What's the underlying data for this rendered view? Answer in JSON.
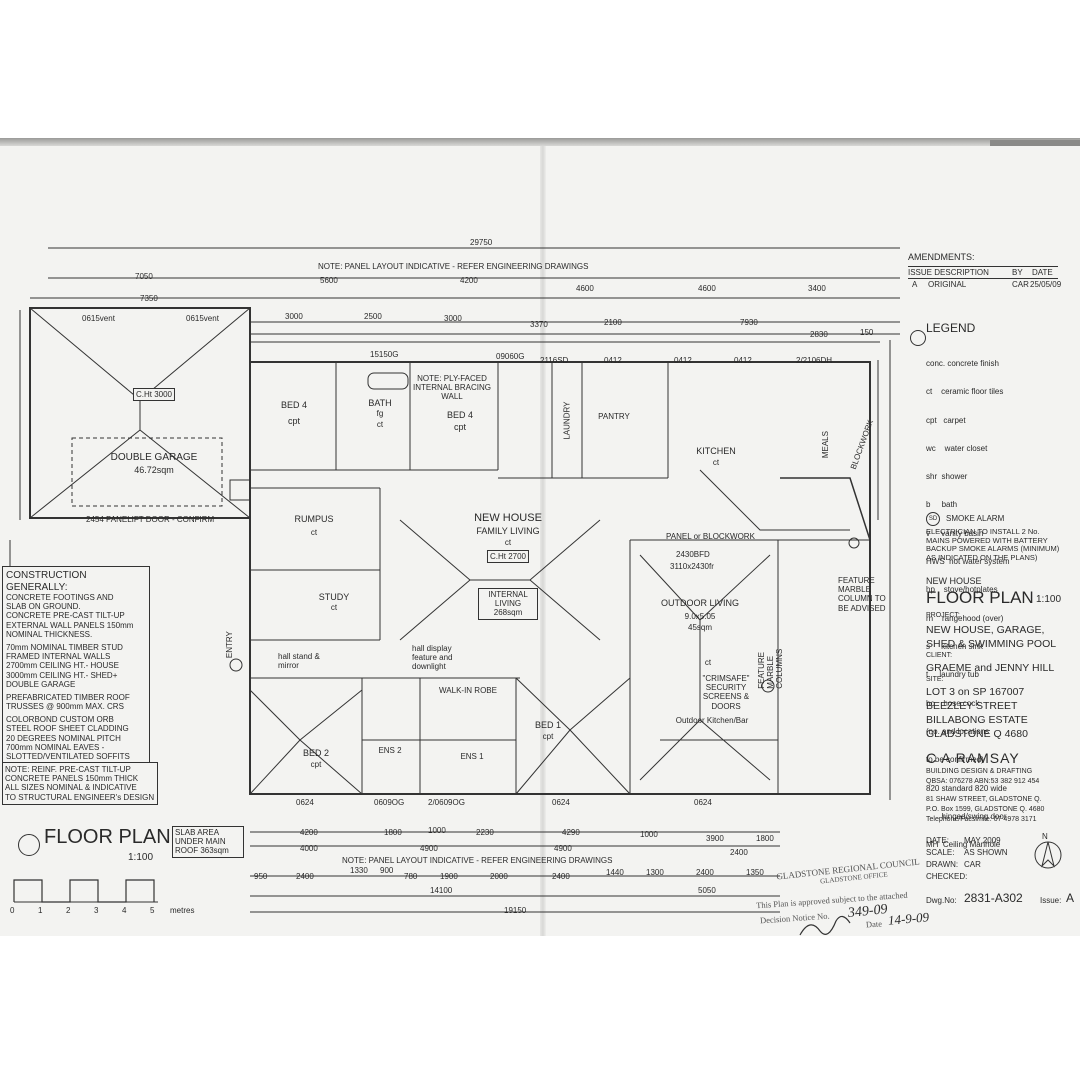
{
  "header_note": "NOTE: PANEL LAYOUT INDICATIVE - REFER ENGINEERING DRAWINGS",
  "footer_note": "NOTE: PANEL LAYOUT INDICATIVE - REFER ENGINEERING DRAWINGS",
  "overall_dims": {
    "top_total": "29750",
    "bottom_total": "19150"
  },
  "top_dims_row1": [
    "7050",
    "5600",
    "4200",
    "4600",
    "4600",
    "3400"
  ],
  "top_dims_row2": [
    "7350",
    "3000",
    "2500",
    "3000",
    "3370",
    "2100",
    "7930",
    "2830",
    "150"
  ],
  "bottom_dims_row1": [
    "4200",
    "1800",
    "1000",
    "2230",
    "4290",
    "1000",
    "3900",
    "1800"
  ],
  "bottom_dims_row2": [
    "950",
    "2400",
    "1330",
    "900",
    "780",
    "1900",
    "2000",
    "2400",
    "1440",
    "1300",
    "2400",
    "1350"
  ],
  "bottom_dims_row3": [
    "4000",
    "4900",
    "4900",
    "2400"
  ],
  "bottom_dims_row4": [
    "14100",
    "5050"
  ],
  "rooms": {
    "garage": {
      "name": "DOUBLE GARAGE",
      "area": "46.72sqm",
      "cht": "C.Ht 3000"
    },
    "bed4a": {
      "name": "BED 4",
      "floor": "cpt"
    },
    "bath": {
      "name": "BATH",
      "sub": "fg",
      "floor": "ct"
    },
    "bed4": {
      "name": "BED 4",
      "floor": "cpt"
    },
    "laundry": "LAUNDRY",
    "pantry": "PANTRY",
    "kitchen": {
      "name": "KITCHEN",
      "floor": "ct"
    },
    "meals": "MEALS",
    "rumpus": {
      "name": "RUMPUS",
      "floor": "ct"
    },
    "family": {
      "title": "NEW HOUSE",
      "name": "FAMILY LIVING",
      "floor": "ct",
      "cht": "C.Ht 2700"
    },
    "internal_living": {
      "name": "INTERNAL LIVING",
      "area": "268sqm"
    },
    "study": {
      "name": "STUDY",
      "floor": "ct"
    },
    "entry": "ENTRY",
    "outdoor": {
      "name": "OUTDOOR LIVING",
      "size": "9.0x5.05",
      "area": "45sqm",
      "floor": "ct"
    },
    "crimsafe": "\"CRIMSAFE\" SECURITY SCREENS & DOORS",
    "outdoor_kitchen": "Outdoor Kitchen/Bar",
    "bed2": {
      "name": "BED 2",
      "floor": "cpt"
    },
    "ens2": "ENS 2",
    "walkin": "WALK-IN ROBE",
    "ens1": "ENS 1",
    "bed1": {
      "name": "BED 1",
      "floor": "cpt"
    }
  },
  "labels": {
    "panel_door": "2454 PANELIFT DOOR - CONFIRM",
    "ply_note": "NOTE: PLY-FACED INTERNAL BRACING WALL",
    "panel_blockwork": "PANEL or BLOCKWORK",
    "blockwork": "BLOCKWORK",
    "feature_column": "FEATURE MARBLE COLUMN TO BE ADVISED",
    "feature_marble": "FEATURE MARBLE COLUMNS",
    "hall_display": "hall display feature and downlight",
    "hall_stand": "hall stand & mirror",
    "window_a": "0615vent",
    "window_b": "0615vent",
    "window_c": "15150G",
    "window_d": "09060G",
    "window_e": "2116SD",
    "window_f": "0412",
    "window_g": "0412",
    "window_h": "0412",
    "window_i": "2/2106DH",
    "window_j": "2430BFD",
    "window_k": "3110x2430fr",
    "window_l": "0624",
    "window_m": "0609OG",
    "window_n": "2/0609OG",
    "window_o": "0624",
    "window_p": "0624"
  },
  "construction": {
    "title": "CONSTRUCTION GENERALLY:",
    "lines": [
      "CONCRETE FOOTINGS AND",
      "SLAB ON GROUND.",
      "CONCRETE PRE-CAST TILT-UP",
      "EXTERNAL WALL PANELS 150mm",
      "NOMINAL THICKNESS.",
      "",
      "70mm NOMINAL TIMBER STUD",
      "FRAMED INTERNAL WALLS",
      "2700mm CEILING HT.- HOUSE",
      "3000mm CEILING HT.- SHED+",
      "DOUBLE GARAGE",
      "",
      "PREFABRICATED TIMBER ROOF",
      "TRUSSES @ 900mm MAX. CRS",
      "",
      "COLORBOND CUSTOM ORB",
      "STEEL ROOF SHEET CLADDING",
      "20 DEGREES NOMINAL PITCH",
      "700mm NOMINAL EAVES -",
      "SLOTTED/VENTILATED SOFFITS"
    ],
    "note": [
      "NOTE: REINF. PRE-CAST TILT-UP",
      "CONCRETE PANELS 150mm THICK",
      "ALL SIZES NOMINAL & INDICATIVE",
      "TO STRUCTURAL ENGINEER's DESIGN"
    ]
  },
  "floor_plan_label": {
    "title": "FLOOR PLAN",
    "scale": "1:100",
    "slab": "SLAB AREA UNDER MAIN ROOF 363sqm"
  },
  "scale_bar": {
    "ticks": [
      "0",
      "1",
      "2",
      "3",
      "4",
      "5"
    ],
    "unit": "metres"
  },
  "amendments": {
    "title": "AMENDMENTS:",
    "headers": [
      "ISSUE",
      "DESCRIPTION",
      "BY",
      "DATE"
    ],
    "rows": [
      [
        "A",
        "ORIGINAL",
        "CAR",
        "25/05/09"
      ]
    ]
  },
  "legend": {
    "title": "LEGEND",
    "items": [
      "conc. concrete finish",
      "ct    ceramic floor tiles",
      "cpt   carpet",
      "wc    water closet",
      "shr  shower",
      "b     bath",
      "v     vanity basin",
      "HWS  hot water system",
      "hp    stove/hotplates",
      "rh    rangehood (over)",
      "s     kitchen sink",
      "t     laundry tub",
      "hc    hose cock",
      "(no. and locations",
      "to be confirmed)",
      "820 standard 820 wide",
      "       hinged/swing door",
      "MH  Ceiling Manhole"
    ],
    "smoke_symbol": "SD",
    "smoke": "SMOKE ALARM",
    "electrician": [
      "ELECTRICIAN TO INSTALL 2 No.",
      "MAINS POWERED WITH BATTERY",
      "BACKUP SMOKE ALARMS (MINIMUM)",
      "AS INDICATED ON THE PLANS)"
    ]
  },
  "title_block": {
    "sub": "NEW HOUSE",
    "title": "FLOOR PLAN",
    "scale": "1:100",
    "project_label": "PROJECT:",
    "project": [
      "NEW HOUSE, GARAGE,",
      "SHED & SWIMMING POOL"
    ],
    "client_label": "CLIENT:",
    "client": "GRAEME and JENNY HILL",
    "site_label": "SITE:",
    "site": [
      "LOT 3 on SP 167007",
      "BEEZLEY STREET",
      "BILLABONG ESTATE",
      "GLADSTONE Q 4680"
    ],
    "designer": "C A RAMSAY",
    "designer_sub": [
      "BUILDING DESIGN & DRAFTING",
      "QBSA: 076278  ABN:53 382 912 454"
    ],
    "address": [
      "81 SHAW STREET, GLADSTONE Q.",
      "P.O. Box 1599, GLADSTONE Q. 4680",
      "Telephone/Facsimile: 07 4978 3171"
    ],
    "date_label": "DATE:",
    "date": "MAY 2009",
    "scale_label": "SCALE:",
    "scale_val": "AS SHOWN",
    "drawn_label": "DRAWN:",
    "drawn": "CAR",
    "checked_label": "CHECKED:",
    "north": "N",
    "dwg_label": "Dwg.No:",
    "dwg": "2831-A302",
    "issue_label": "Issue:",
    "issue": "A"
  },
  "stamp": {
    "council": "GLADSTONE REGIONAL COUNCIL",
    "office": "GLADSTONE OFFICE",
    "approved": "This Plan is approved subject to the attached",
    "decision": "Decision Notice No.",
    "decision_no": "349-09",
    "date_label": "Date",
    "date": "14-9-09"
  }
}
